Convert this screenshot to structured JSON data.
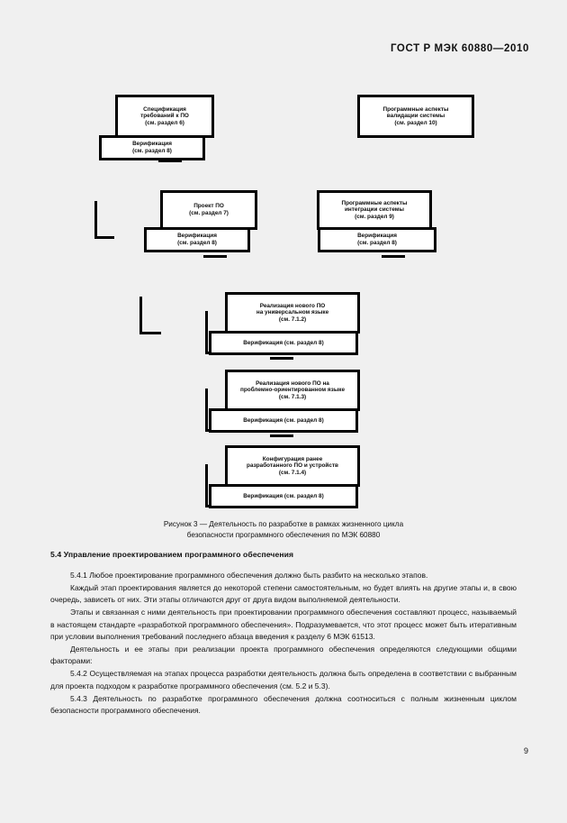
{
  "header": {
    "standard_id": "ГОСТ Р МЭК 60880—2010"
  },
  "page_number": "9",
  "figure": {
    "caption_line1": "Рисунок 3 — Деятельность по разработке в рамках жизненного цикла",
    "caption_line2": "безопасности программного обеспечения по МЭК 60880",
    "units": [
      {
        "id": "requirements-spec",
        "main": {
          "line1": "Спецификация",
          "line2": "требований к ПО",
          "line3": "(см. раздел 6)"
        },
        "verification": {
          "line1": "Верификация",
          "line2": "(см. раздел 8)"
        }
      },
      {
        "id": "system-validation",
        "main": {
          "line1": "Программные аспекты",
          "line2": "валидации системы",
          "line3": "(см. раздел 10)"
        },
        "verification": null
      },
      {
        "id": "software-design",
        "main": {
          "line1": "Проект ПО",
          "line2": "(см. раздел 7)",
          "line3": ""
        },
        "verification": {
          "line1": "Верификация",
          "line2": "(см. раздел 8)"
        }
      },
      {
        "id": "system-integration",
        "main": {
          "line1": "Программные аспекты",
          "line2": "интеграции системы",
          "line3": "(см. раздел 9)"
        },
        "verification": {
          "line1": "Верификация",
          "line2": "(см. раздел 8)"
        }
      },
      {
        "id": "new-software-universal-language",
        "main": {
          "line1": "Реализация нового ПО",
          "line2": "на универсальном языке",
          "line3": "(см. 7.1.2)"
        },
        "verification": {
          "line1": "Верификация (см. раздел 8)",
          "line2": ""
        }
      },
      {
        "id": "new-software-problem-oriented-language",
        "main": {
          "line1": "Реализация нового ПО на",
          "line2": "проблемно-ориентированном языке",
          "line3": "(см. 7.1.3)"
        },
        "verification": {
          "line1": "Верификация (см. раздел 8)",
          "line2": ""
        }
      },
      {
        "id": "preexisting-software-configuration",
        "main": {
          "line1": "Конфигурация ранее",
          "line2": "разработанного ПО и устройств",
          "line3": "(см. 7.1.4)"
        },
        "verification": {
          "line1": "Верификация (см. раздел 8)",
          "line2": ""
        }
      }
    ]
  },
  "section": {
    "title": "5.4 Управление проектированием программного обеспечения",
    "paragraphs": [
      "5.4.1 Любое проектирование программного обеспечения должно быть разбито на несколько этапов.",
      "Каждый этап проектирования является до некоторой степени самостоятельным, но будет влиять на другие этапы и, в свою очередь, зависеть от них. Эти этапы отличаются друг от друга видом выполняемой деятельности.",
      "Этапы и связанная с ними деятельность при проектировании программного обеспечения составляют процесс, называемый в настоящем стандарте «разработкой программного обеспечения». Подразумевается, что этот процесс может быть итеративным при условии выполнения требований последнего абзаца введения к разделу 6 МЭК 61513.",
      "Деятельность и ее этапы при реализации проекта программного обеспечения определяются следующими общими факторами:",
      "5.4.2 Осуществляемая на этапах процесса разработки деятельность должна быть определена в соответствии с выбранным для проекта подходом к разработке программного обеспечения (см. 5.2 и 5.3).",
      "5.4.3 Деятельность по разработке программного обеспечения должна соотноситься с полным жизненным циклом безопасности программного обеспечения."
    ]
  }
}
